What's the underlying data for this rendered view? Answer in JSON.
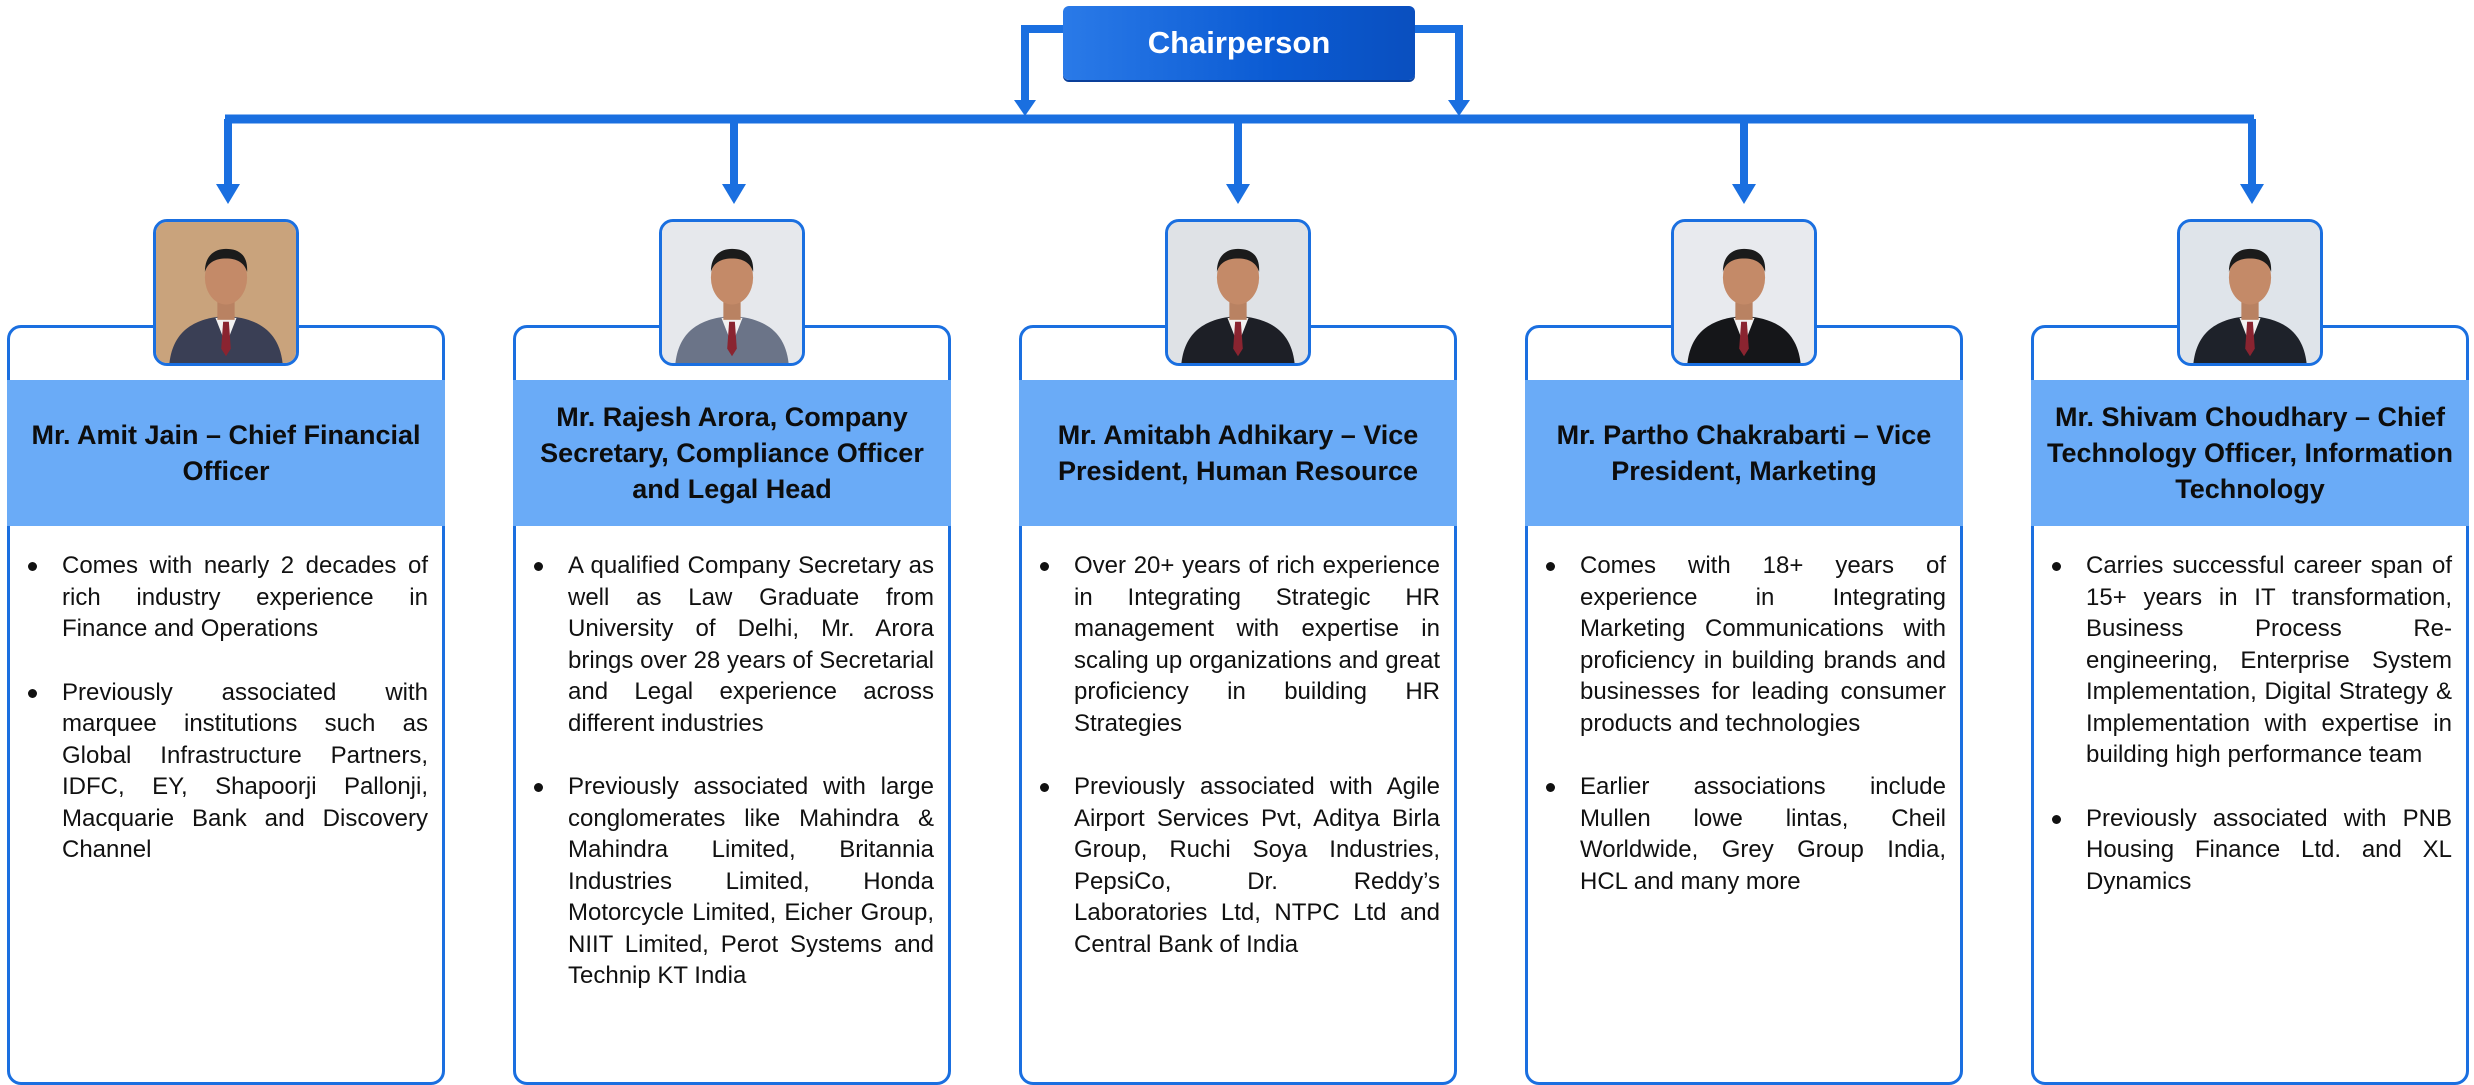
{
  "chart_title": "Chairperson",
  "colors": {
    "accent": "#1a6fe0",
    "header_band": "#6aabf7",
    "title_box": "#0b5bd3"
  },
  "members": [
    {
      "photo": "portrait-photo",
      "title": "Mr. Amit Jain – Chief Financial Officer",
      "bullets": [
        "Comes with nearly 2 decades of rich industry experience in Finance and Operations",
        "Previously associated with marquee institutions such as Global Infrastructure Partners, IDFC, EY, Shapoorji Pallonji, Macquarie Bank and Discovery Channel"
      ]
    },
    {
      "photo": "portrait-photo",
      "title": "Mr. Rajesh Arora, Company Secretary, Compliance Officer and Legal Head",
      "bullets": [
        "A qualified Company Secretary as well as Law Graduate from University of Delhi, Mr. Arora brings over 28 years of Secretarial and Legal experience across different industries",
        "Previously associated with large conglomerates like Mahindra & Mahindra Limited, Britannia Industries Limited, Honda Motorcycle Limited, Eicher Group, NIIT Limited, Perot Systems and Technip KT India"
      ]
    },
    {
      "photo": "portrait-photo",
      "title": "Mr. Amitabh Adhikary – Vice President, Human Resource",
      "bullets": [
        "Over 20+ years of rich experience in Integrating Strategic HR management with expertise in scaling up organizations and great proficiency in building HR Strategies",
        "Previously associated with Agile Airport Services Pvt, Aditya Birla Group, Ruchi Soya Industries, PepsiCo, Dr. Reddy’s Laboratories Ltd, NTPC Ltd and Central Bank of India"
      ]
    },
    {
      "photo": "portrait-photo",
      "title": "Mr. Partho Chakrabarti – Vice President, Marketing",
      "bullets": [
        "Comes with 18+ years of experience in Integrating Marketing Communications with proficiency in building brands and businesses for leading consumer products and technologies",
        "Earlier associations include Mullen lowe lintas, Cheil Worldwide, Grey Group India, HCL and many more"
      ]
    },
    {
      "photo": "portrait-photo",
      "title": "Mr. Shivam Choudhary – Chief Technology Officer, Information Technology",
      "bullets": [
        "Carries successful career span of 15+ years in IT transformation, Business Process Re-engineering, Enterprise System Implementation, Digital Strategy & Implementation with expertise in building high performance team",
        "Previously associated with PNB Housing Finance Ltd. and XL Dynamics"
      ]
    }
  ]
}
